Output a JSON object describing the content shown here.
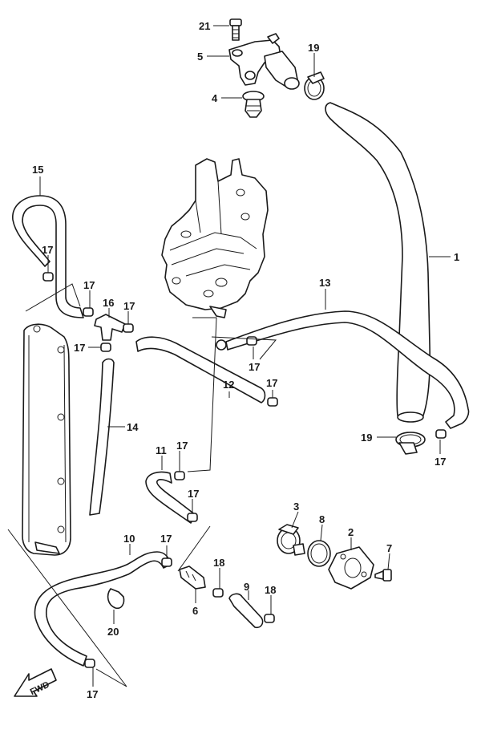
{
  "fwd_label": "FWD",
  "callouts": {
    "c1": "1",
    "c2": "2",
    "c3": "3",
    "c4": "4",
    "c5": "5",
    "c6": "6",
    "c7": "7",
    "c8": "8",
    "c9": "9",
    "c10": "10",
    "c11": "11",
    "c12": "12",
    "c13": "13",
    "c14": "14",
    "c15": "15",
    "c16": "16",
    "c17a": "17",
    "c17b": "17",
    "c17c": "17",
    "c17d": "17",
    "c17e": "17",
    "c17f": "17",
    "c17g": "17",
    "c17h": "17",
    "c17i": "17",
    "c17j": "17",
    "c17k": "17",
    "c18a": "18",
    "c18b": "18",
    "c19a": "19",
    "c19b": "19",
    "c20": "20",
    "c21": "21"
  }
}
